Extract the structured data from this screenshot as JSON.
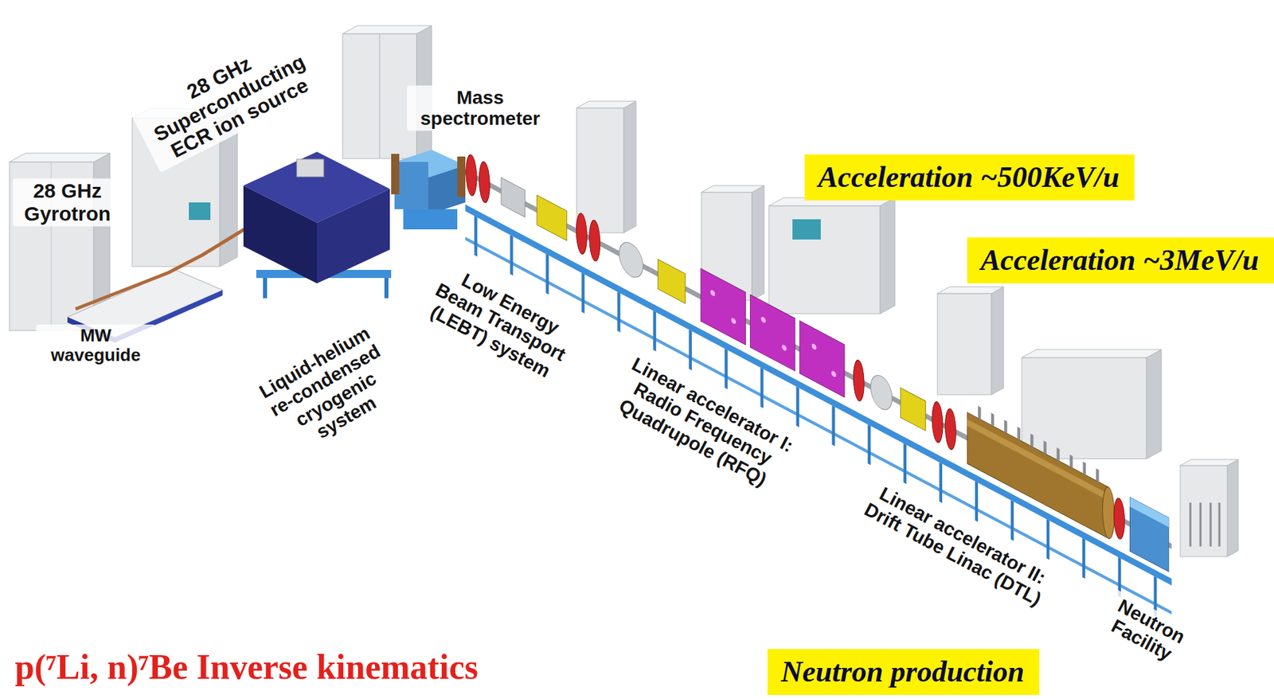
{
  "diagram": {
    "caption": "p(⁷Li, n)⁷Be Inverse kinematics",
    "nodes": [
      {
        "text": [
          "Acceleration ~500KeV/u"
        ]
      },
      {
        "text": [
          "Acceleration ~3MeV/u"
        ]
      },
      {
        "text": [
          "Neutron production"
        ]
      }
    ],
    "labels": [
      "28 GHz Gyrotron",
      "28 GHz Superconducting ECR ion source",
      "Mass spectrometer",
      "MW waveguide",
      "Liquid-helium re-condensed cryogenic system",
      "Low Energy Beam Transport (LEBT) system",
      "Linear accelerator I: Radio Frequency Quadrupole (RFQ)",
      "Linear accelerator II: Drift Tube Linac (DTL)",
      "Neutron Facility"
    ]
  }
}
